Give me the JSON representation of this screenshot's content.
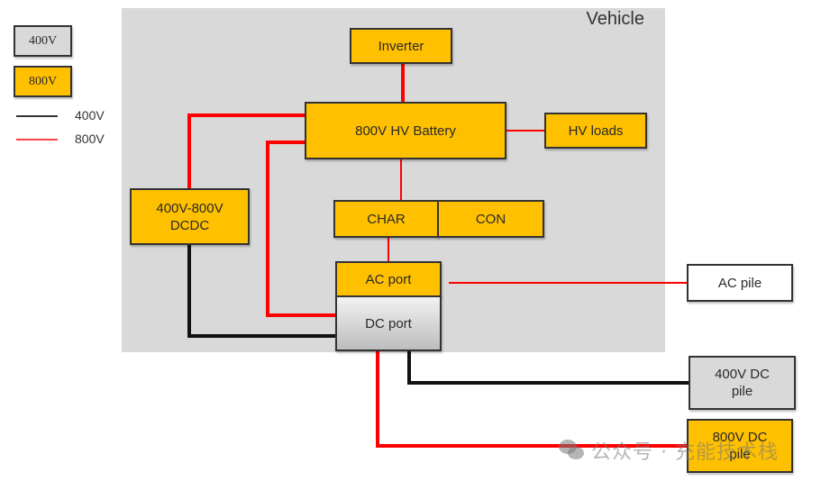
{
  "legend": {
    "box_400v": "400V",
    "box_800v": "800V",
    "line_400v": "400V",
    "line_800v": "800V",
    "colors": {
      "line_400v": "#111111",
      "line_800v": "#ff0000",
      "box_400v": "#d9d9d9",
      "box_800v": "#ffc000"
    }
  },
  "vehicle": {
    "label": "Vehicle",
    "components": {
      "inverter": "Inverter",
      "battery": "800V HV Battery",
      "hv_loads": "HV loads",
      "dcdc_line1": "400V-800V",
      "dcdc_line2": "DCDC",
      "char": "CHAR",
      "con": "CON",
      "ac_port": "AC port",
      "dc_port": "DC port"
    }
  },
  "external": {
    "ac_pile": "AC pile",
    "dc_pile_400_line1": "400V DC",
    "dc_pile_400_line2": "pile",
    "dc_pile_800_line1": "800V DC",
    "dc_pile_800_line2": "pile"
  },
  "connections": [
    {
      "from": "inverter",
      "to": "battery",
      "voltage": "800V"
    },
    {
      "from": "battery",
      "to": "hv_loads",
      "voltage": "800V"
    },
    {
      "from": "battery",
      "to": "dcdc",
      "voltage": "800V"
    },
    {
      "from": "battery",
      "to": "dc_port",
      "voltage": "800V"
    },
    {
      "from": "battery",
      "to": "char",
      "voltage": "800V"
    },
    {
      "from": "char",
      "to": "ac_port",
      "voltage": "800V"
    },
    {
      "from": "ac_port",
      "to": "ac_pile",
      "voltage": "800V"
    },
    {
      "from": "dcdc",
      "to": "dc_port",
      "voltage": "400V"
    },
    {
      "from": "dc_port",
      "to": "dc_pile_400",
      "voltage": "400V"
    },
    {
      "from": "dc_port",
      "to": "dc_pile_800",
      "voltage": "800V"
    }
  ],
  "watermark": "公众号 · 充能技术栈"
}
